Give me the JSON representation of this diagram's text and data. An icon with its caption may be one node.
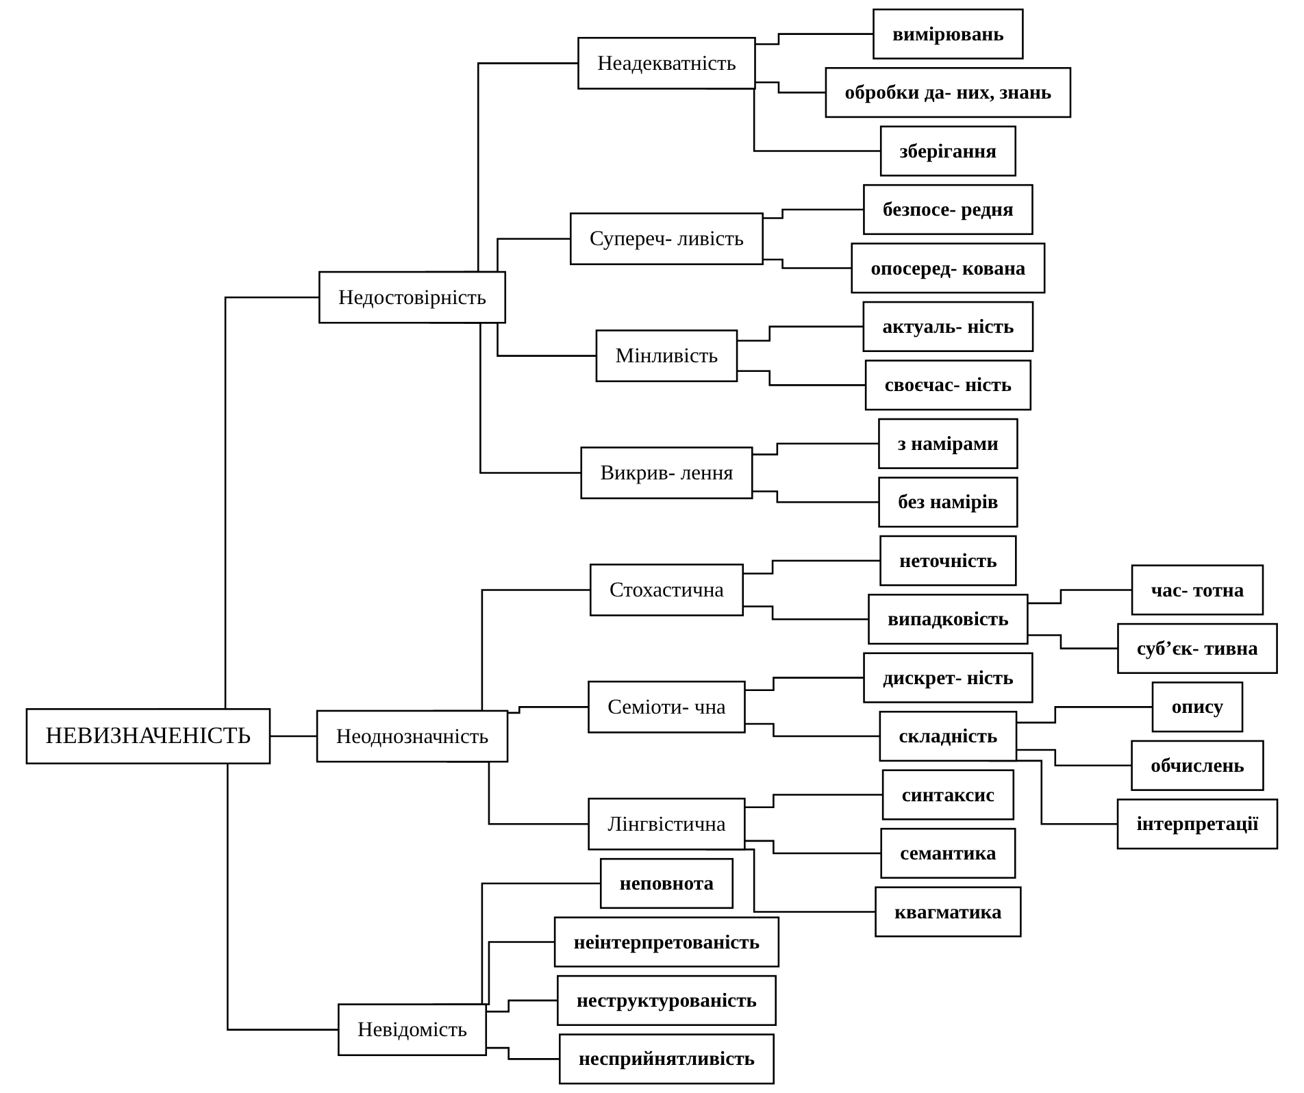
{
  "diagram": {
    "nodes": [
      {
        "text": [
          "НЕВИЗНАЧЕНІСТЬ"
        ]
      },
      {
        "text": [
          "Недостовірність"
        ]
      },
      {
        "text": [
          "Неадекватність"
        ]
      },
      {
        "text": [
          "вимірювань"
        ]
      },
      {
        "text": [
          "обробки да- них, знань"
        ]
      },
      {
        "text": [
          "зберігання"
        ]
      },
      {
        "text": [
          "Супереч- ливість"
        ]
      },
      {
        "text": [
          "безпосе- редня"
        ]
      },
      {
        "text": [
          "опосеред- кована"
        ]
      },
      {
        "text": [
          "Мінливість"
        ]
      },
      {
        "text": [
          "актуаль- ність"
        ]
      },
      {
        "text": [
          "своєчас- ність"
        ]
      },
      {
        "text": [
          "Викрив- лення"
        ]
      },
      {
        "text": [
          "з намірами"
        ]
      },
      {
        "text": [
          "без намірів"
        ]
      },
      {
        "text": [
          "Неоднозначність"
        ]
      },
      {
        "text": [
          "Стохастична"
        ]
      },
      {
        "text": [
          "неточність"
        ]
      },
      {
        "text": [
          "випадковість"
        ]
      },
      {
        "text": [
          "час- тотна"
        ]
      },
      {
        "text": [
          "суб’єк- тивна"
        ]
      },
      {
        "text": [
          "Семіоти- чна"
        ]
      },
      {
        "text": [
          "дискрет- ність"
        ]
      },
      {
        "text": [
          "складність"
        ]
      },
      {
        "text": [
          "Лінгвістична"
        ]
      },
      {
        "text": [
          "синтаксис"
        ]
      },
      {
        "text": [
          "семантика"
        ]
      },
      {
        "text": [
          "квагматика"
        ]
      },
      {
        "text": [
          "Невідомість"
        ]
      },
      {
        "text": [
          "неповнота"
        ]
      },
      {
        "text": [
          "неінтерпретованість"
        ]
      },
      {
        "text": [
          "неструктурованість"
        ]
      },
      {
        "text": [
          "несприйнятливість"
        ]
      },
      {
        "text": [
          "опису"
        ]
      },
      {
        "text": [
          "обчислень"
        ]
      },
      {
        "text": [
          "інтерпретації"
        ]
      }
    ],
    "edges": [
      {
        "from": 0,
        "to": 1,
        "arrow": "none"
      },
      {
        "from": 0,
        "to": 15,
        "arrow": "none"
      },
      {
        "from": 0,
        "to": 28,
        "arrow": "none"
      },
      {
        "from": 1,
        "to": 2,
        "arrow": "none"
      },
      {
        "from": 1,
        "to": 6,
        "arrow": "none"
      },
      {
        "from": 1,
        "to": 9,
        "arrow": "none"
      },
      {
        "from": 1,
        "to": 12,
        "arrow": "none"
      },
      {
        "from": 2,
        "to": 3,
        "arrow": "none"
      },
      {
        "from": 2,
        "to": 4,
        "arrow": "none"
      },
      {
        "from": 2,
        "to": 5,
        "arrow": "none"
      },
      {
        "from": 6,
        "to": 7,
        "arrow": "none"
      },
      {
        "from": 6,
        "to": 8,
        "arrow": "none"
      },
      {
        "from": 9,
        "to": 10,
        "arrow": "none"
      },
      {
        "from": 9,
        "to": 11,
        "arrow": "none"
      },
      {
        "from": 12,
        "to": 13,
        "arrow": "none"
      },
      {
        "from": 12,
        "to": 14,
        "arrow": "none"
      },
      {
        "from": 15,
        "to": 16,
        "arrow": "none"
      },
      {
        "from": 15,
        "to": 21,
        "arrow": "none"
      },
      {
        "from": 15,
        "to": 24,
        "arrow": "none"
      },
      {
        "from": 16,
        "to": 17,
        "arrow": "none"
      },
      {
        "from": 16,
        "to": 18,
        "arrow": "none"
      },
      {
        "from": 18,
        "to": 19,
        "arrow": "none"
      },
      {
        "from": 18,
        "to": 20,
        "arrow": "none"
      },
      {
        "from": 21,
        "to": 22,
        "arrow": "none"
      },
      {
        "from": 21,
        "to": 23,
        "arrow": "none"
      },
      {
        "from": 23,
        "to": 33,
        "arrow": "none"
      },
      {
        "from": 23,
        "to": 34,
        "arrow": "none"
      },
      {
        "from": 23,
        "to": 35,
        "arrow": "none"
      },
      {
        "from": 24,
        "to": 25,
        "arrow": "none"
      },
      {
        "from": 24,
        "to": 26,
        "arrow": "none"
      },
      {
        "from": 24,
        "to": 27,
        "arrow": "none"
      },
      {
        "from": 28,
        "to": 29,
        "arrow": "none"
      },
      {
        "from": 28,
        "to": 30,
        "arrow": "none"
      },
      {
        "from": 28,
        "to": 31,
        "arrow": "none"
      },
      {
        "from": 28,
        "to": 32,
        "arrow": "none"
      }
    ]
  }
}
